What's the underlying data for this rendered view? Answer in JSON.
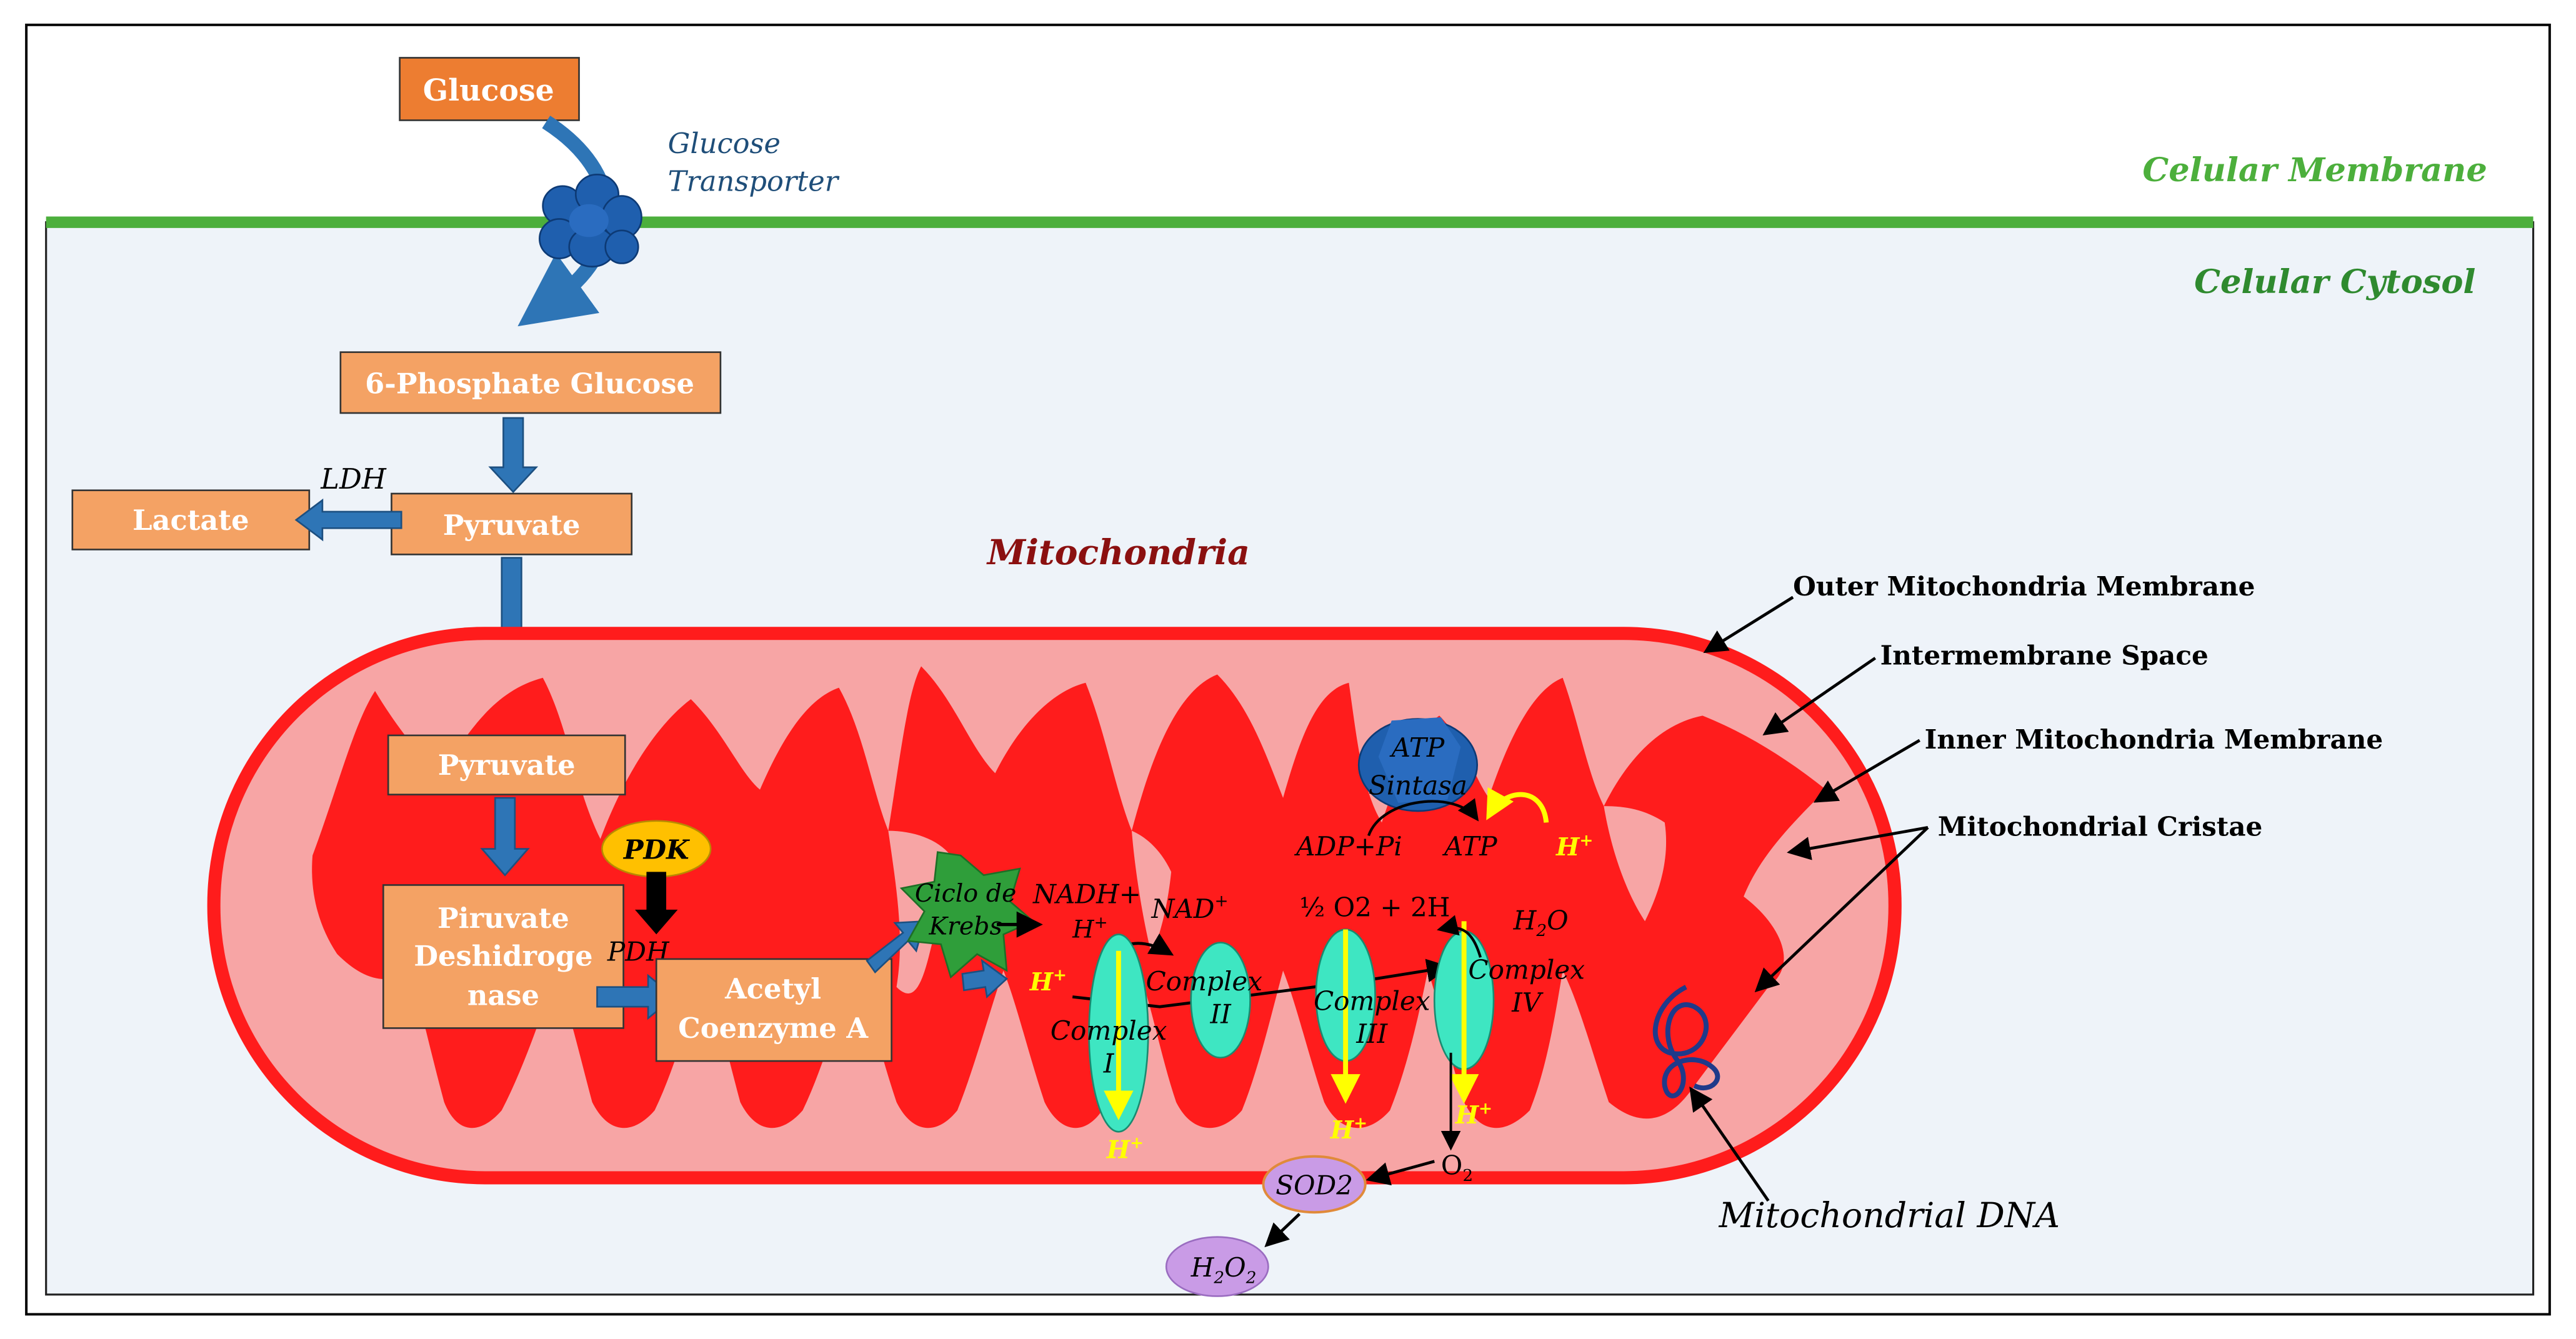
{
  "regions": {
    "cell_membrane": "Celular Membrane",
    "cytosol": "Celular Cytosol",
    "mitochondria": "Mitochondria"
  },
  "glycolysis": {
    "glucose": "Glucose",
    "transporter_line1": "Glucose",
    "transporter_line2": "Transporter",
    "phosphate_glucose": "6-Phosphate Glucose",
    "pyruvate": "Pyruvate",
    "lactate": "Lactate",
    "ldh": "LDH"
  },
  "mito_pathway": {
    "pyruvate": "Pyruvate",
    "pdh_line1": "Piruvate",
    "pdh_line2": "Deshidroge",
    "pdh_line3": "nase",
    "pdk": "PDK",
    "pdh": "PDH",
    "acetyl_line1": "Acetyl",
    "acetyl_line2": "Coenzyme A",
    "krebs_line1": "Ciclo de",
    "krebs_line2": "Krebs"
  },
  "etc": {
    "nadh": "NADH+",
    "nad_base": "NAD",
    "plus_sup": "+",
    "h_base": "H",
    "complex_word": "Complex",
    "numeral_1": "I",
    "numeral_2": "II",
    "numeral_3": "III",
    "numeral_4": "IV",
    "half_o2": "½ O2 + 2H",
    "water_h": "H",
    "water_sub": "2",
    "water_o": "O",
    "atp_line1": "ATP",
    "atp_line2": "Sintasa",
    "adp": "ADP+Pi",
    "atp": "ATP",
    "o_base": "O",
    "o_sub": "2",
    "sod2": "SOD2",
    "h2o2_h": "H",
    "h2o2_sub": "2",
    "h2o2_o": "O",
    "h2o2_sub2": "2"
  },
  "callouts": {
    "outer": "Outer Mitochondria Membrane",
    "intermembrane": "Intermembrane Space",
    "inner": "Inner Mitochondria Membrane",
    "cristae": "Mitochondrial Cristae",
    "dna": "Mitochondrial DNA"
  },
  "colors": {
    "membrane_green": "#4caf3c",
    "cytosol_fill": "#eef3f9",
    "box_dark": "#ed7d31",
    "box_light": "#f4a264",
    "arrow_blue": "#2e75b6",
    "mito_red": "#ff1c1c",
    "mito_pink": "#f7a5a5",
    "complex_teal": "#3ee6c2",
    "proton_yellow": "#ffff00",
    "krebs_green": "#2f9e3a",
    "sod_purple": "#c99be6",
    "mito_title": "#8b1010",
    "transporter_blue": "#1f4e79"
  }
}
